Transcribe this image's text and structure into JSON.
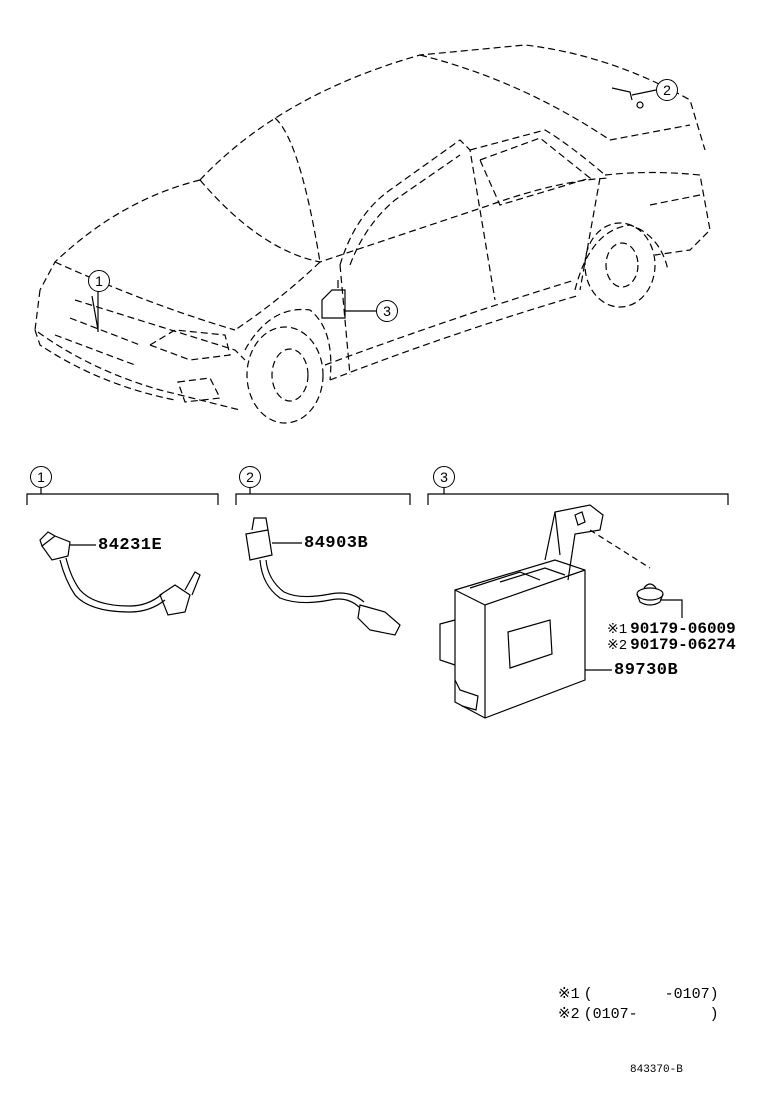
{
  "callouts": [
    "1",
    "2",
    "3"
  ],
  "sections": [
    {
      "number": "1",
      "parts": [
        {
          "number": "84231E"
        }
      ]
    },
    {
      "number": "2",
      "parts": [
        {
          "number": "84903B"
        }
      ]
    },
    {
      "number": "3",
      "parts": [
        {
          "number": "89730B"
        },
        {
          "mark": "※1",
          "number": "90179-06009"
        },
        {
          "mark": "※2",
          "number": "90179-06274"
        }
      ]
    }
  ],
  "legend": [
    {
      "mark": "※1",
      "range": "(        -0107)"
    },
    {
      "mark": "※2",
      "range": "(0107-        )"
    }
  ],
  "reference": "843370-B",
  "colors": {
    "ink": "#000000",
    "paper": "#ffffff"
  }
}
